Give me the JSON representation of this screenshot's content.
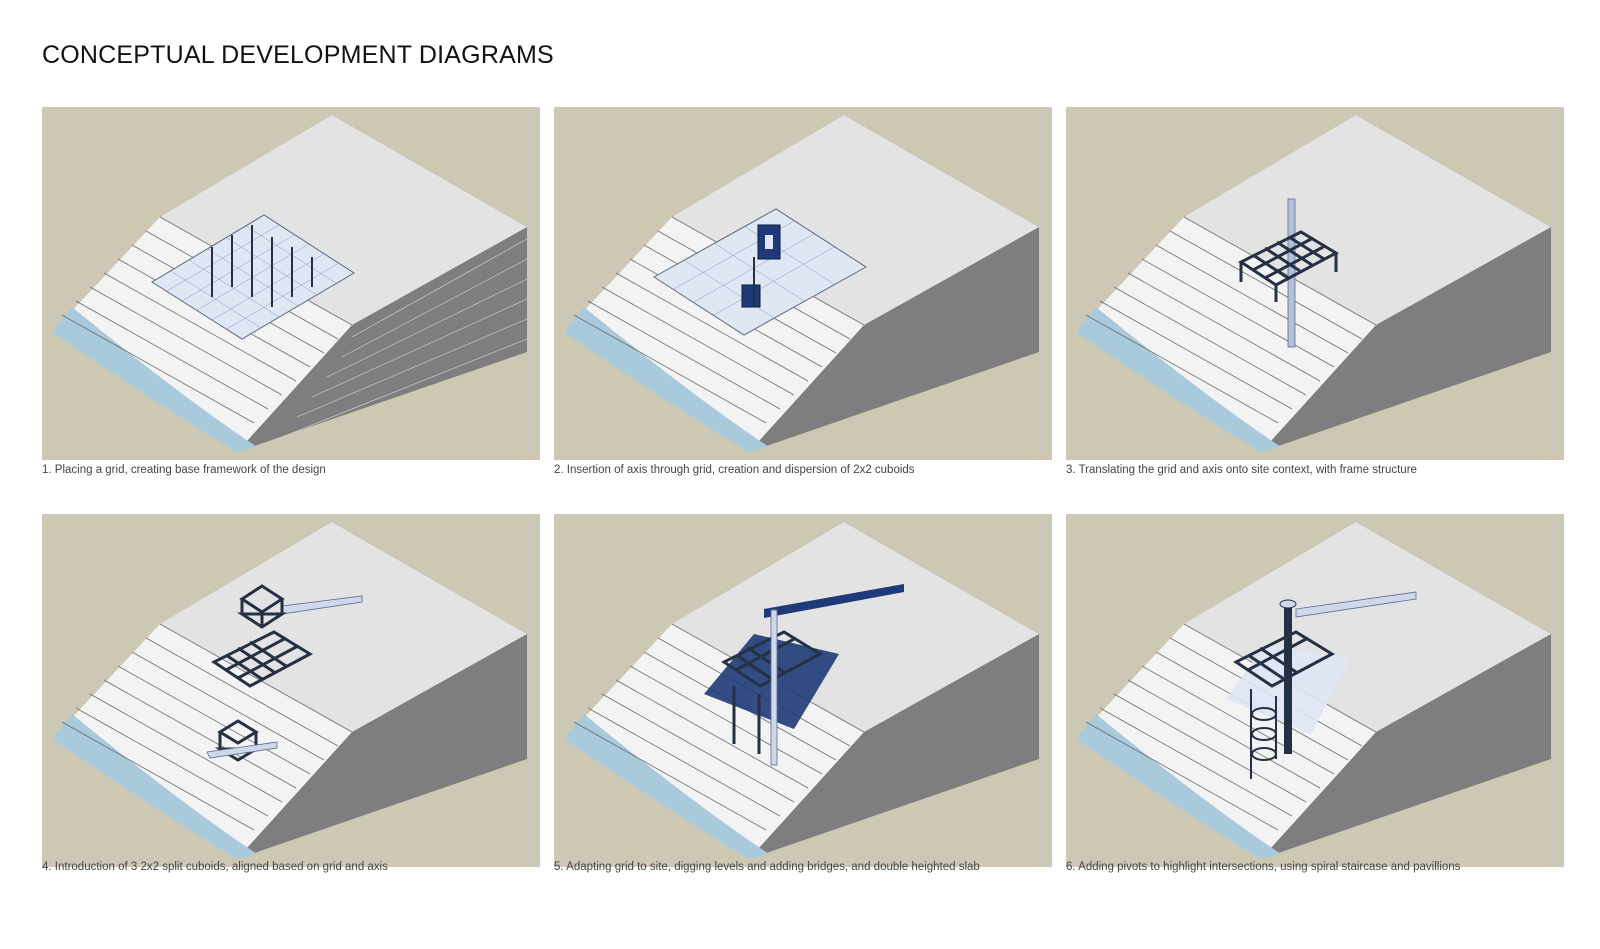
{
  "title": "CONCEPTUAL DEVELOPMENT DIAGRAMS",
  "panels": [
    {
      "step": 1,
      "caption": "1. Placing a grid, creating base framework of the design"
    },
    {
      "step": 2,
      "caption": "2. Insertion of axis through grid, creation and dispersion of 2x2 cuboids"
    },
    {
      "step": 3,
      "caption": "3. Translating the grid and axis onto site context, with frame structure"
    },
    {
      "step": 4,
      "caption": "4. Introduction of 3 2x2 split cuboids, aligned based on grid and axis"
    },
    {
      "step": 5,
      "caption": "5. Adapting grid to site, digging levels and adding bridges, and double heighted slab"
    },
    {
      "step": 6,
      "caption": "6. Adding pivots to highlight intersections, using spiral staircase and pavillions"
    }
  ],
  "colors": {
    "background": "#cdc8b4",
    "terrain_top": "#e3e3e3",
    "water": "#a9c9dc",
    "grid_fill": "#dfe6f4",
    "structure": "#243044",
    "accent": "#1e3a78"
  }
}
